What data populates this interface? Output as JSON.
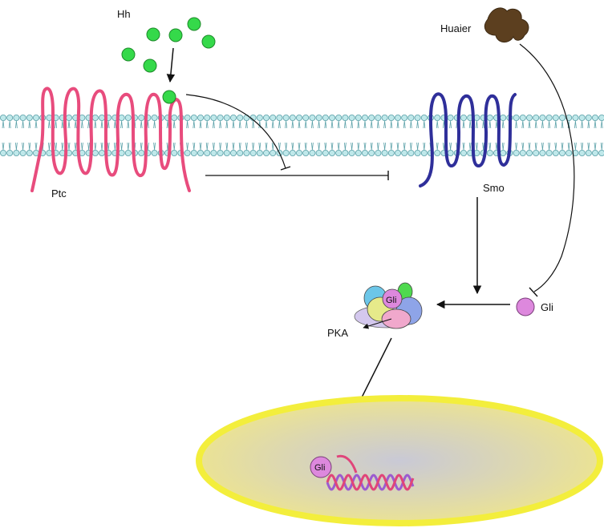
{
  "labels": {
    "hh": "Hh",
    "ptc": "Ptc",
    "smo": "Smo",
    "huaier": "Huaier",
    "gli_free": "Gli",
    "gli_complex": "Gli",
    "pka": "PKA",
    "gli_nucleus": "Gli"
  },
  "colors": {
    "hh_ligand": "#35d94a",
    "ptc": "#e84c7d",
    "smo": "#2f2f9a",
    "membrane_head": "#bfe8ea",
    "membrane_outline": "#5aa0a8",
    "huaier": "#5c3f1f",
    "gli": "#dd88dd",
    "nucleus_border": "#f3ee3c",
    "nucleus_fill": "#e9e29a",
    "dna_a": "#e0457a",
    "dna_b": "#9b5bd0"
  },
  "icons": {
    "huaier": "huaier-mushroom-icon",
    "hh": "hh-ligand-icon"
  }
}
